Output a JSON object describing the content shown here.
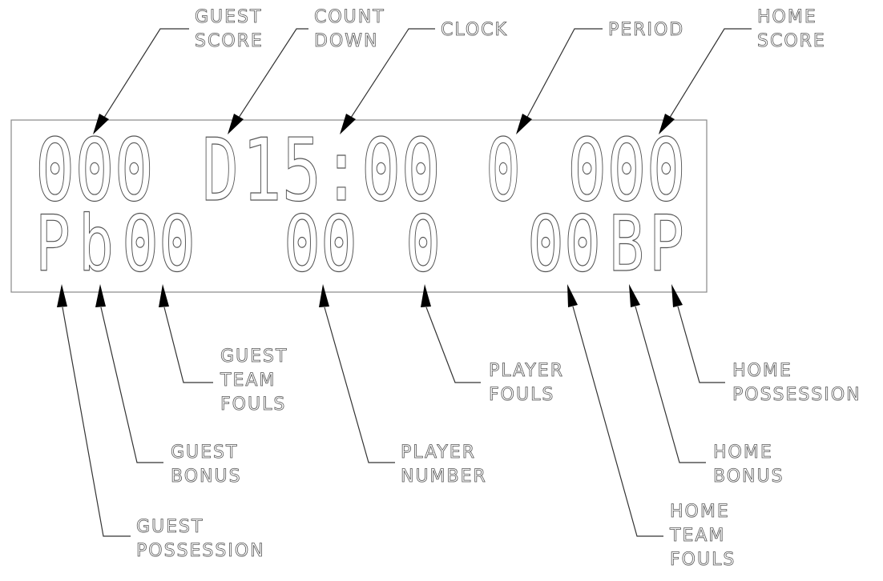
{
  "display": {
    "row1": {
      "guest_score": "000",
      "countdown": "D",
      "clock": "15:00",
      "period": "0",
      "home_score": "000"
    },
    "row2": {
      "guest_possession": "P",
      "guest_bonus": "b",
      "guest_team_fouls": "00",
      "player_number": "00",
      "player_fouls": "0",
      "home_team_fouls": "00",
      "home_bonus": "B",
      "home_possession": "P"
    }
  },
  "labels": {
    "guest_score": [
      "GUEST",
      "SCORE"
    ],
    "count_down": [
      "COUNT",
      "DOWN"
    ],
    "clock": [
      "CLOCK"
    ],
    "period": [
      "PERIOD"
    ],
    "home_score": [
      "HOME",
      "SCORE"
    ],
    "guest_team_fouls": [
      "GUEST",
      "TEAM",
      "FOULS"
    ],
    "player_fouls": [
      "PLAYER",
      "FOULS"
    ],
    "home_possession": [
      "HOME",
      "POSSESSION"
    ],
    "guest_bonus": [
      "GUEST",
      "BONUS"
    ],
    "player_number": [
      "PLAYER",
      "NUMBER"
    ],
    "home_bonus": [
      "HOME",
      "BONUS"
    ],
    "guest_possession": [
      "GUEST",
      "POSSESSION"
    ],
    "home_team_fouls": [
      "HOME",
      "TEAM",
      "FOULS"
    ]
  }
}
